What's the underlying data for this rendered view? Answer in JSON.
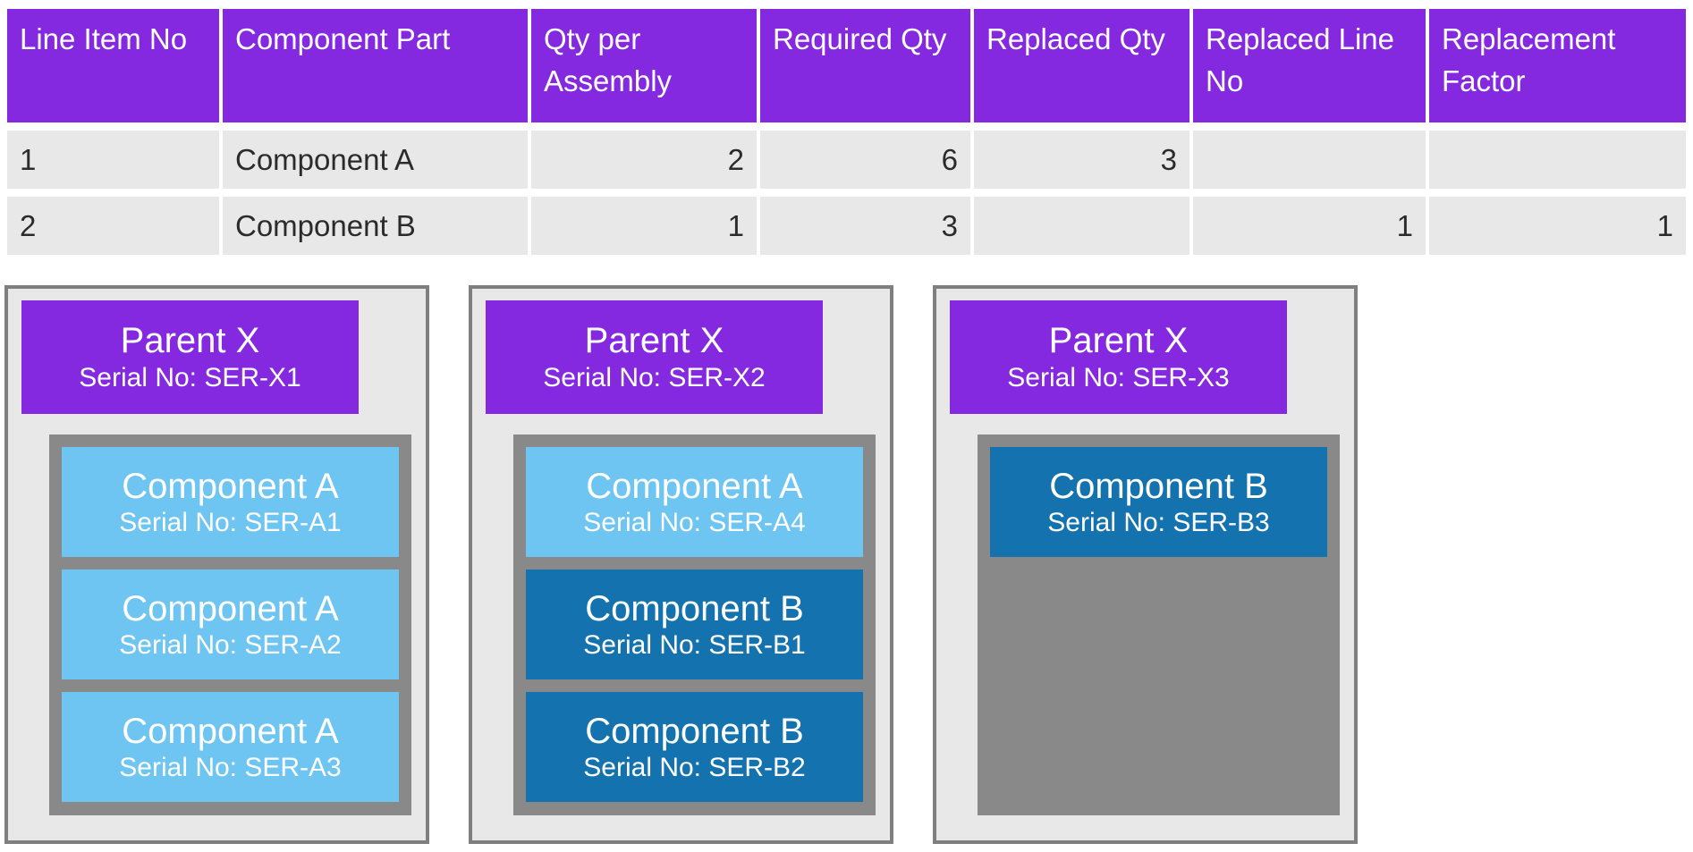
{
  "colors": {
    "header_purple": "#8429E0",
    "component_a_blue": "#6EC5F2",
    "component_b_blue": "#1473AE",
    "container_gray": "#898989",
    "border_gray": "#7F7F7F",
    "cell_gray": "#E8E8E8",
    "body_text": "#2B2B2B"
  },
  "table": {
    "headers": [
      "Line Item No",
      "Component Part",
      "Qty per Assembly",
      "Required Qty",
      "Replaced Qty",
      "Replaced Line No",
      "Replacement Factor"
    ],
    "rows": [
      {
        "cells": [
          "1",
          "Component A",
          "2",
          "6",
          "3",
          "",
          ""
        ]
      },
      {
        "cells": [
          "2",
          "Component B",
          "1",
          "3",
          "",
          "1",
          "1"
        ]
      }
    ]
  },
  "assemblies": [
    {
      "parent": {
        "title": "Parent X",
        "serial": "Serial No: SER-X1"
      },
      "components": [
        {
          "title": "Component A",
          "serial": "Serial No: SER-A1",
          "type": "A"
        },
        {
          "title": "Component A",
          "serial": "Serial No: SER-A2",
          "type": "A"
        },
        {
          "title": "Component A",
          "serial": "Serial No: SER-A3",
          "type": "A"
        }
      ]
    },
    {
      "parent": {
        "title": "Parent X",
        "serial": "Serial No: SER-X2"
      },
      "components": [
        {
          "title": "Component A",
          "serial": "Serial No: SER-A4",
          "type": "A"
        },
        {
          "title": "Component B",
          "serial": "Serial No: SER-B1",
          "type": "B"
        },
        {
          "title": "Component B",
          "serial": "Serial No: SER-B2",
          "type": "B"
        }
      ]
    },
    {
      "parent": {
        "title": "Parent X",
        "serial": "Serial No: SER-X3"
      },
      "components": [
        {
          "title": "Component B",
          "serial": "Serial No: SER-B3",
          "type": "B"
        }
      ]
    }
  ]
}
